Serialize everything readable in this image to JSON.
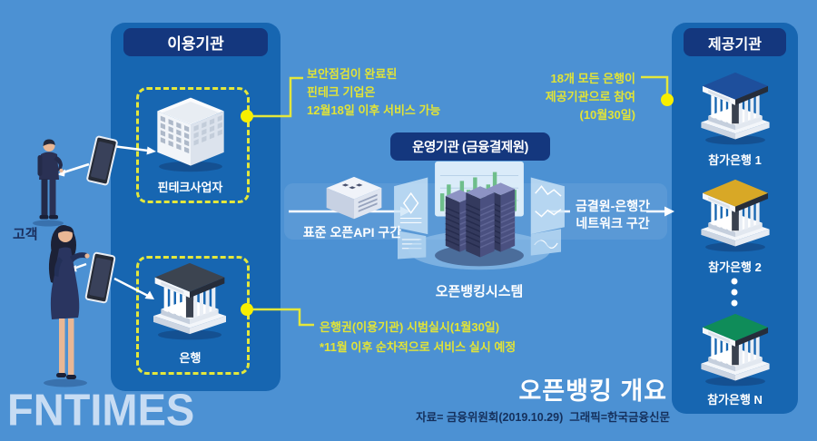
{
  "colors": {
    "background": "#4C91D3",
    "panel_blue": "#1766B1",
    "header_navy": "#14377E",
    "note_yellow": "#E2E436",
    "dashed_yellow": "#E4E73B",
    "dot_yellow": "#F7EF00",
    "source_navy": "#15305C",
    "roof_bank1": "#1E4F9C",
    "roof_bank2": "#D8A826",
    "roof_bankN": "#0F8C59",
    "roof_bank_user": "#3C4450",
    "logo_blue": "#CDE0F4"
  },
  "customer": {
    "label": "고객"
  },
  "user_panel": {
    "title": "이용기관",
    "fintech_label": "핀테크사업자",
    "bank_label": "은행"
  },
  "provider_panel": {
    "title": "제공기관",
    "banks": [
      {
        "label": "참가은행 1"
      },
      {
        "label": "참가은행 2"
      },
      {
        "label": "참가은행 N"
      }
    ]
  },
  "operator": {
    "title": "운영기관 (금융결제원)",
    "system_label": "오픈뱅킹시스템",
    "api_section_label": "표준 오픈API 구간",
    "network_line1": "금결원-은행간",
    "network_line2": "네트워크 구간"
  },
  "annotations": {
    "fintech_note": {
      "line1": "보안점검이 완료된",
      "line2": "핀테크 기업은",
      "line3": "12월18일 이후 서비스 가능"
    },
    "provider_note": {
      "line1": "18개 모든 은행이",
      "line2": "제공기관으로 참여",
      "line3": "(10월30일)"
    },
    "bank_note": {
      "line1": "은행권(이용기관) 시범실시(1월30일)",
      "line2": "*11월 이후 순차적으로 서비스 실시 예정"
    }
  },
  "footer": {
    "logo": "FNTIMES",
    "title": "오픈뱅킹 개요",
    "source": "자료= 금융위원회(2019.10.29)  그래픽=한국금융신문"
  }
}
